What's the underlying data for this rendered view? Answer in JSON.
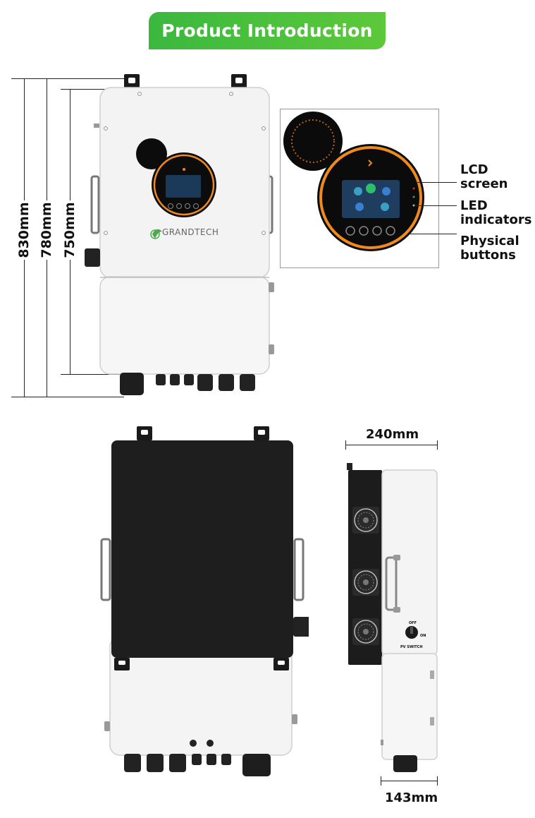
{
  "header": {
    "title": "Product Introduction"
  },
  "front_view": {
    "brand": "GRANDTECH",
    "dimensions": {
      "total_height": "830mm",
      "bracket_height": "780mm",
      "body_height": "750mm"
    }
  },
  "callouts": {
    "lcd": "LCD\nscreen",
    "led": "LED\nindicators",
    "buttons": "Physical\nbuttons"
  },
  "side_view": {
    "dimensions": {
      "depth": "240mm",
      "base_depth": "143mm"
    },
    "switch_label": "PV SWITCH",
    "switch_off": "OFF",
    "switch_on": "ON"
  },
  "colors": {
    "banner": "#3bb83f",
    "accent_ring": "#f08a1c",
    "body": "#f4f4f4",
    "dark_panel": "#1e1e1e"
  }
}
